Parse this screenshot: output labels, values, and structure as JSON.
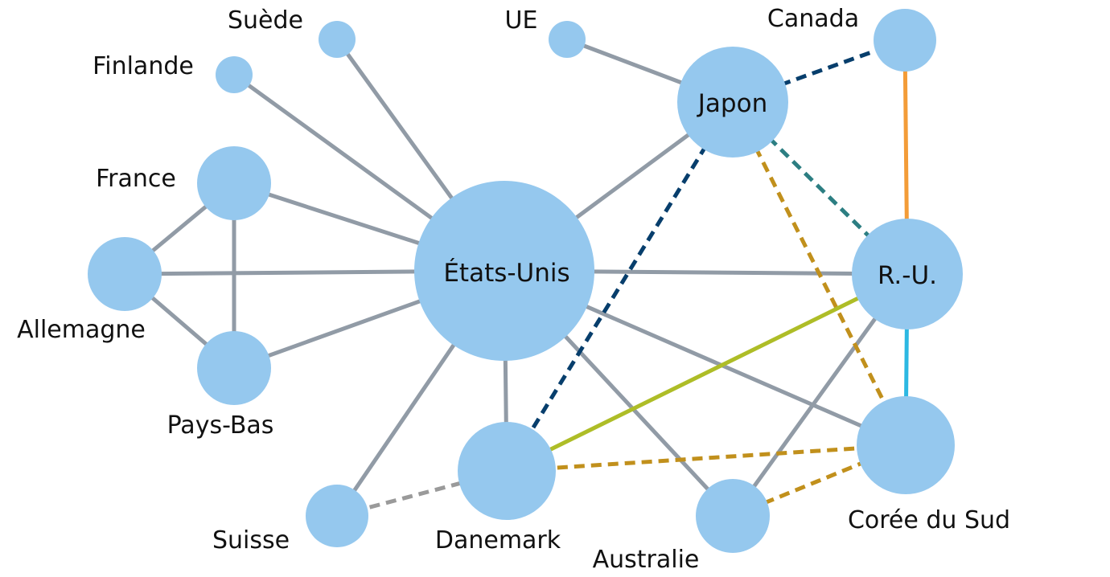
{
  "colors": {
    "node_fill": "#95c8ee",
    "edge_gray": "#919ba6",
    "edge_navy": "#073e6c",
    "edge_teal": "#2c7e82",
    "edge_gold": "#c1901c",
    "edge_lime": "#aebd27",
    "edge_orange": "#f39c38",
    "edge_cyan": "#2cb8e2",
    "edge_lightgray": "#9a9a9a"
  },
  "nodes": {
    "usa": {
      "label": "États-Unis"
    },
    "japon": {
      "label": "Japon"
    },
    "ru": {
      "label": "R.-U."
    },
    "canada": {
      "label": "Canada"
    },
    "ue": {
      "label": "UE"
    },
    "suede": {
      "label": "Suède"
    },
    "finlande": {
      "label": "Finlande"
    },
    "france": {
      "label": "France"
    },
    "allemagne": {
      "label": "Allemagne"
    },
    "paysbas": {
      "label": "Pays-Bas"
    },
    "suisse": {
      "label": "Suisse"
    },
    "danemark": {
      "label": "Danemark"
    },
    "australie": {
      "label": "Australie"
    },
    "coree": {
      "label": "Corée du Sud"
    }
  },
  "edges": [
    {
      "from": "usa",
      "to": "suede",
      "style": "solid",
      "color": "edge_gray"
    },
    {
      "from": "usa",
      "to": "finlande",
      "style": "solid",
      "color": "edge_gray"
    },
    {
      "from": "usa",
      "to": "france",
      "style": "solid",
      "color": "edge_gray"
    },
    {
      "from": "usa",
      "to": "allemagne",
      "style": "solid",
      "color": "edge_gray"
    },
    {
      "from": "usa",
      "to": "paysbas",
      "style": "solid",
      "color": "edge_gray"
    },
    {
      "from": "usa",
      "to": "suisse",
      "style": "solid",
      "color": "edge_gray"
    },
    {
      "from": "usa",
      "to": "danemark",
      "style": "solid",
      "color": "edge_gray"
    },
    {
      "from": "usa",
      "to": "australie",
      "style": "solid",
      "color": "edge_gray"
    },
    {
      "from": "usa",
      "to": "coree",
      "style": "solid",
      "color": "edge_gray"
    },
    {
      "from": "usa",
      "to": "ru",
      "style": "solid",
      "color": "edge_gray"
    },
    {
      "from": "usa",
      "to": "japon",
      "style": "solid",
      "color": "edge_gray"
    },
    {
      "from": "japon",
      "to": "ue",
      "style": "solid",
      "color": "edge_gray"
    },
    {
      "from": "france",
      "to": "allemagne",
      "style": "solid",
      "color": "edge_gray"
    },
    {
      "from": "france",
      "to": "paysbas",
      "style": "solid",
      "color": "edge_gray"
    },
    {
      "from": "allemagne",
      "to": "paysbas",
      "style": "solid",
      "color": "edge_gray"
    },
    {
      "from": "ru",
      "to": "australie",
      "style": "solid",
      "color": "edge_gray"
    },
    {
      "from": "japon",
      "to": "canada",
      "style": "dashed",
      "color": "edge_navy"
    },
    {
      "from": "japon",
      "to": "danemark",
      "style": "dashed",
      "color": "edge_navy"
    },
    {
      "from": "japon",
      "to": "ru",
      "style": "dashed",
      "color": "edge_teal"
    },
    {
      "from": "japon",
      "to": "coree",
      "style": "dashed",
      "color": "edge_gold"
    },
    {
      "from": "danemark",
      "to": "coree",
      "style": "dashed",
      "color": "edge_gold"
    },
    {
      "from": "australie",
      "to": "coree",
      "style": "dashed",
      "color": "edge_gold"
    },
    {
      "from": "danemark",
      "to": "ru",
      "style": "solid",
      "color": "edge_lime"
    },
    {
      "from": "canada",
      "to": "ru",
      "style": "solid",
      "color": "edge_orange"
    },
    {
      "from": "ru",
      "to": "coree",
      "style": "solid",
      "color": "edge_cyan"
    },
    {
      "from": "suisse",
      "to": "danemark",
      "style": "dashed",
      "color": "edge_lightgray"
    }
  ]
}
